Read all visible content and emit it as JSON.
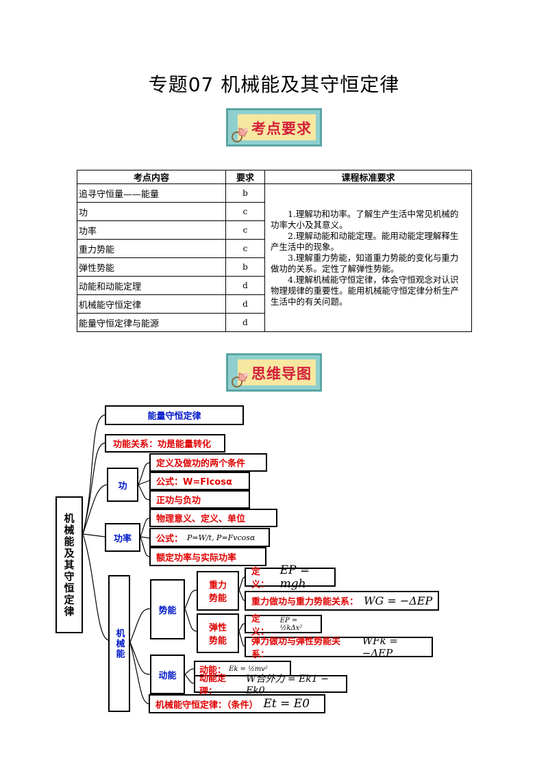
{
  "page_title": "专题07 机械能及其守恒定律",
  "badge1": "考点要求",
  "badge2": "思维导图",
  "table": {
    "headers": [
      "考点内容",
      "要求",
      "课程标准要求"
    ],
    "rows": [
      {
        "topic": "追寻守恒量——能量",
        "level": "b"
      },
      {
        "topic": "功",
        "level": "c"
      },
      {
        "topic": "功率",
        "level": "c"
      },
      {
        "topic": "重力势能",
        "level": "c"
      },
      {
        "topic": "弹性势能",
        "level": "b"
      },
      {
        "topic": "动能和动能定理",
        "level": "d"
      },
      {
        "topic": "机械能守恒定律",
        "level": "d"
      },
      {
        "topic": "能量守恒定律与能源",
        "level": "d"
      }
    ],
    "standards": [
      "1.理解功和功率。了解生产生活中常见机械的功率大小及其意义。",
      "2.理解动能和动能定理。能用动能定理解释生产生活中的现象。",
      "3.理解重力势能，知道重力势能的变化与重力做功的关系。定性了解弹性势能。",
      "4.理解机械能守恒定律，体会守恒观念对认识物理规律的重要性。能用机械能守恒定律分析生产生活中的有关问题。"
    ]
  },
  "mindmap": {
    "root": "机械能及其守恒定律",
    "energy_conservation": "能量守恒定律",
    "work_energy_relation": "功能关系：功是能量转化",
    "work": {
      "label": "功",
      "items": [
        "定义及做功的两个条件",
        "公式：W=Flcosα",
        "正功与负功"
      ]
    },
    "power": {
      "label": "功率",
      "items": [
        "物理意义、定义、单位",
        "公式：",
        "额定功率与实际功率"
      ],
      "formula": "P=W/t, P=Fvcosα"
    },
    "mechanical_energy": {
      "label": "机械能",
      "potential": {
        "label": "势能",
        "gravity": {
          "label": "重力势能",
          "def_label": "定义：",
          "def_formula": "EP = mgh",
          "rel_label": "重力做功与重力势能关系：",
          "rel_formula": "WG = −ΔEP"
        },
        "elastic": {
          "label": "弹性势能",
          "def_label": "定义：",
          "def_formula": "EP = ½kΔx²",
          "rel_label": "弹力做功与弹性势能关系：",
          "rel_formula": "WFk = −ΔEP"
        }
      },
      "kinetic": {
        "label": "动能",
        "def_label": "动能：",
        "def_formula": "Ek = ½mv²",
        "thm_label": "动能定理：",
        "thm_formula": "W合外力 = Ek1 − Ek0"
      },
      "conservation_label": "机械能守恒定律：（条件）",
      "conservation_formula": "Et = E0"
    }
  }
}
